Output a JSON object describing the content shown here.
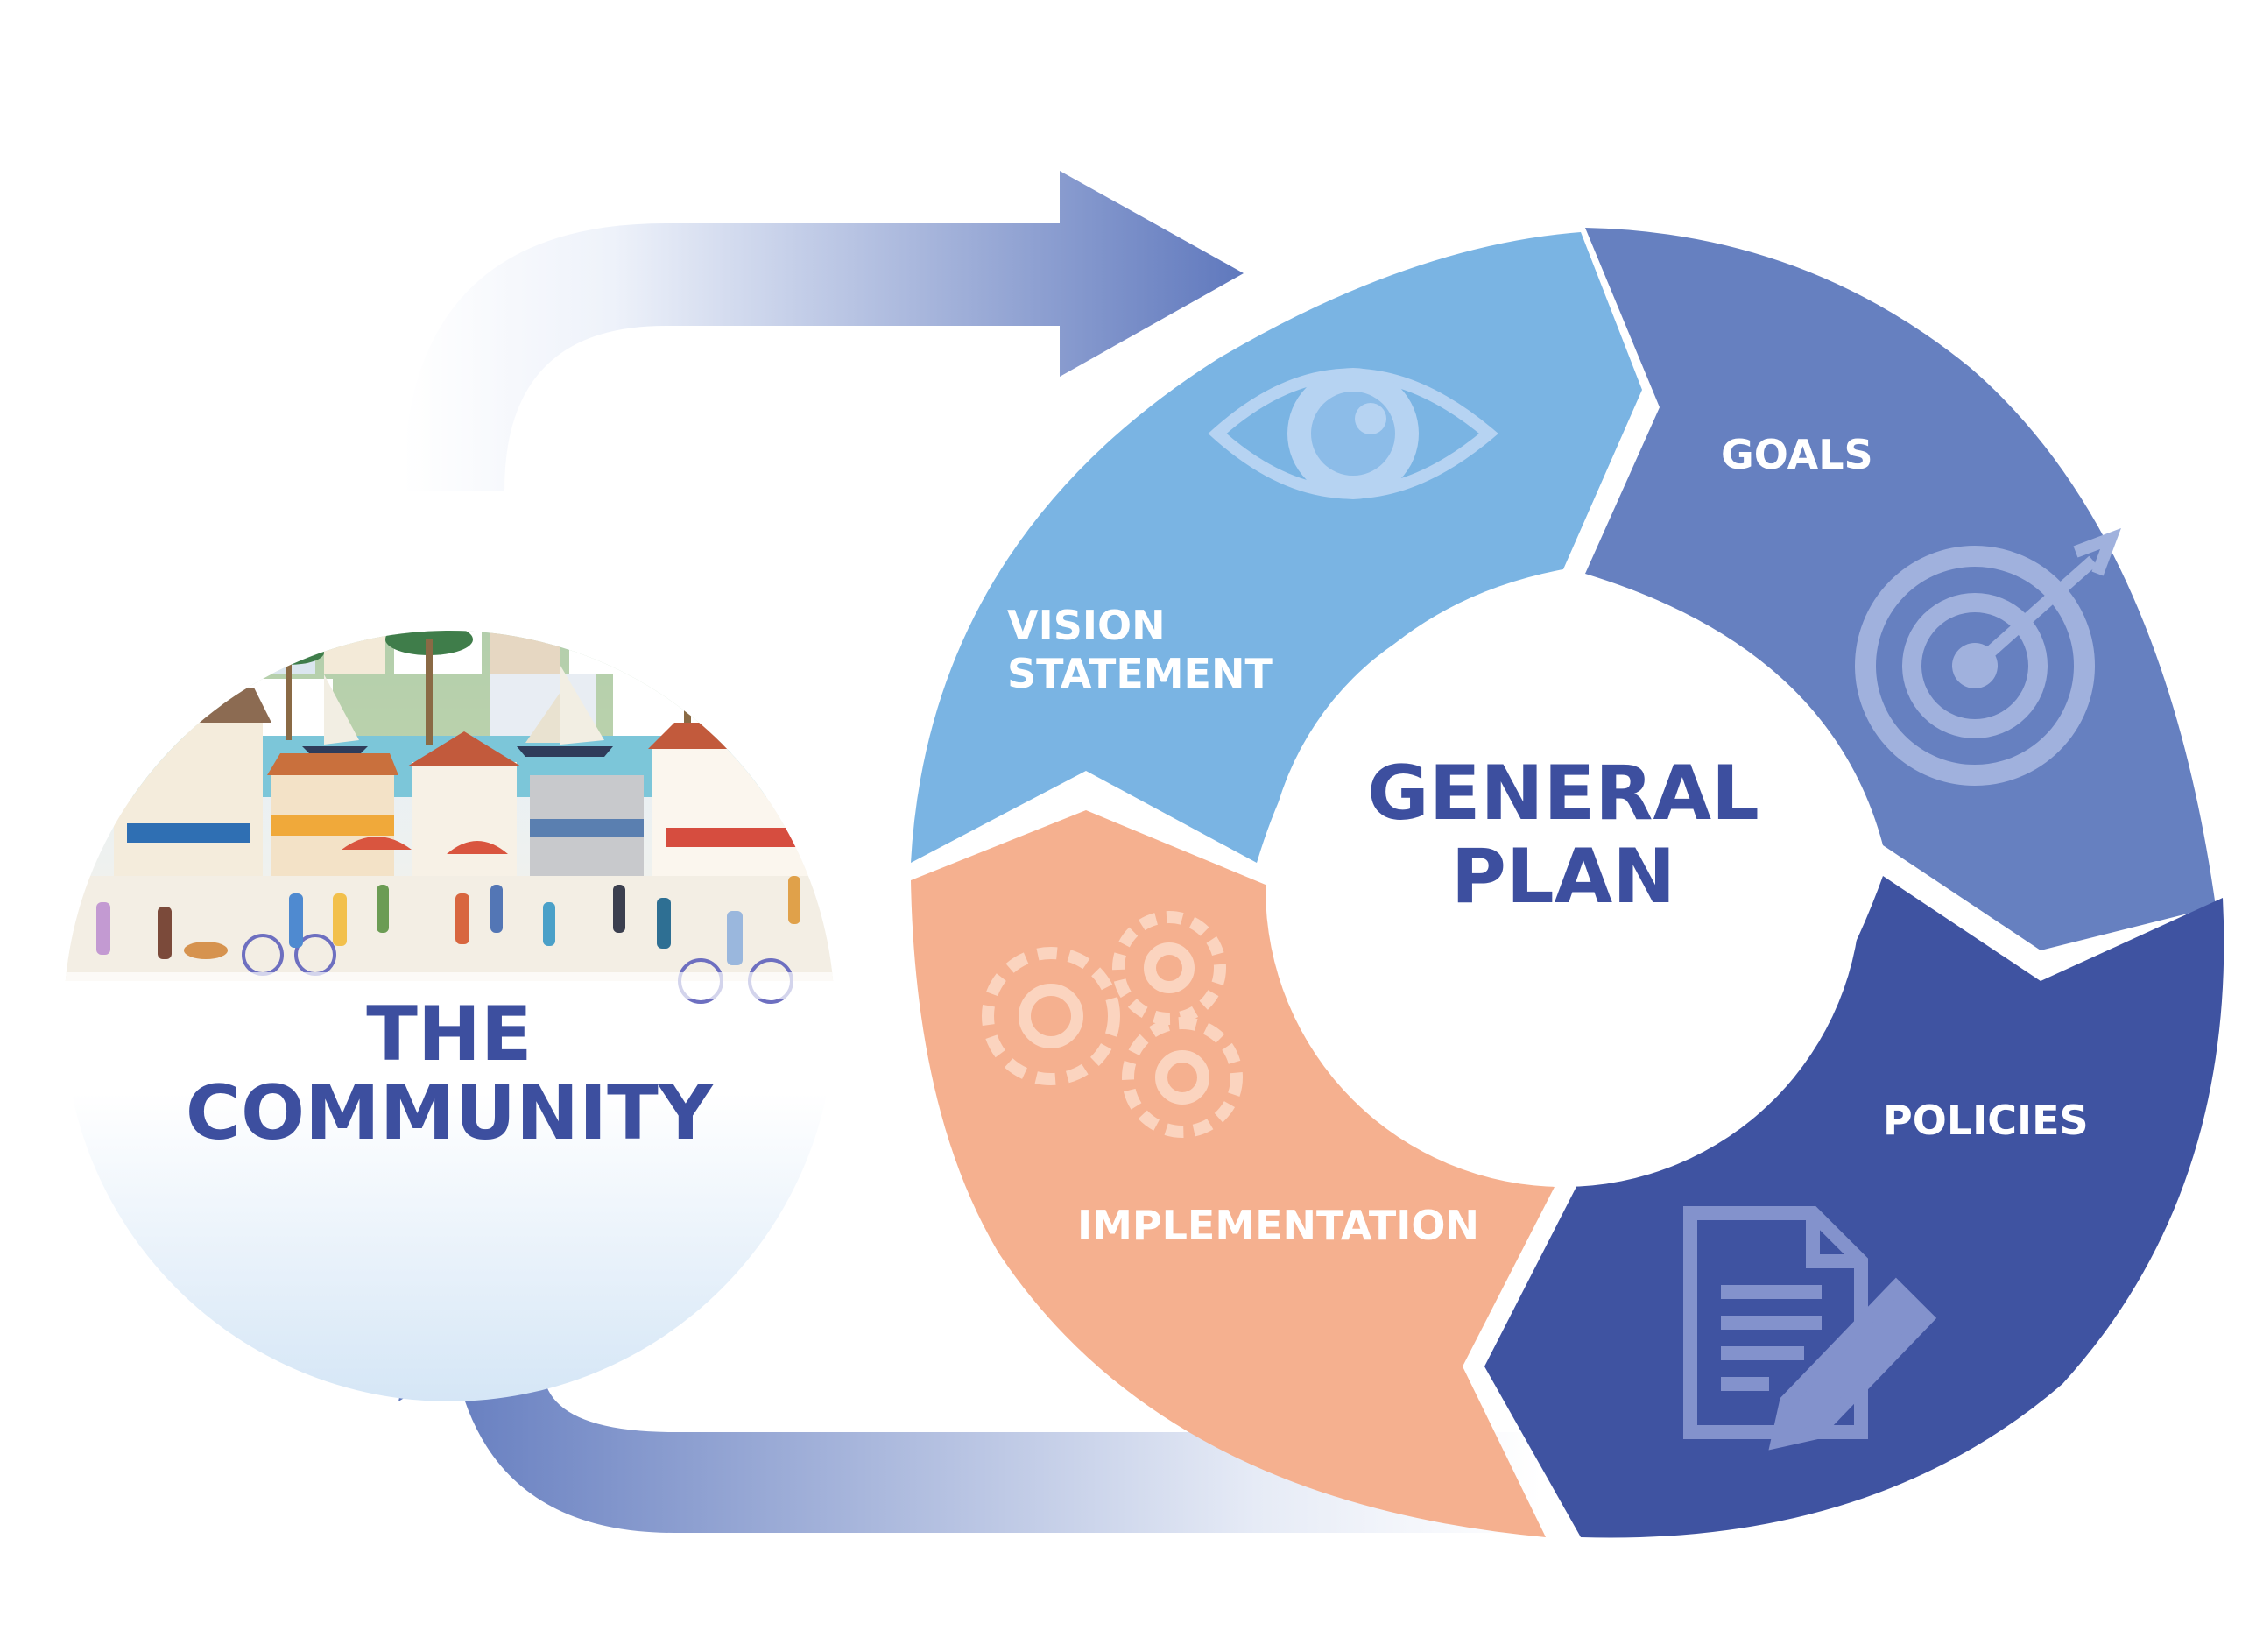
{
  "community": {
    "title_line1": "THE",
    "title_line2": "COMMUNITY",
    "illustration": "beach-town-street-scene"
  },
  "general_plan": {
    "title_line1": "GENERAL",
    "title_line2": "PLAN"
  },
  "segments": {
    "vision": {
      "label_line1": "VISION",
      "label_line2": "STATEMENT",
      "icon": "eye-icon",
      "color": "#7ab4e3"
    },
    "goals": {
      "label": "GOALS",
      "icon": "target-icon",
      "color": "#6680c0"
    },
    "policies": {
      "label": "POLICIES",
      "icon": "document-pencil-icon",
      "color": "#3f53a1"
    },
    "implementation": {
      "label": "IMPLEMENTATION",
      "icon": "gears-icon",
      "color": "#f5b08f"
    }
  },
  "flow": {
    "top_arrow": "community-to-general-plan",
    "bottom_arrow": "general-plan-to-community",
    "arrow_color": "#5f78bd"
  }
}
